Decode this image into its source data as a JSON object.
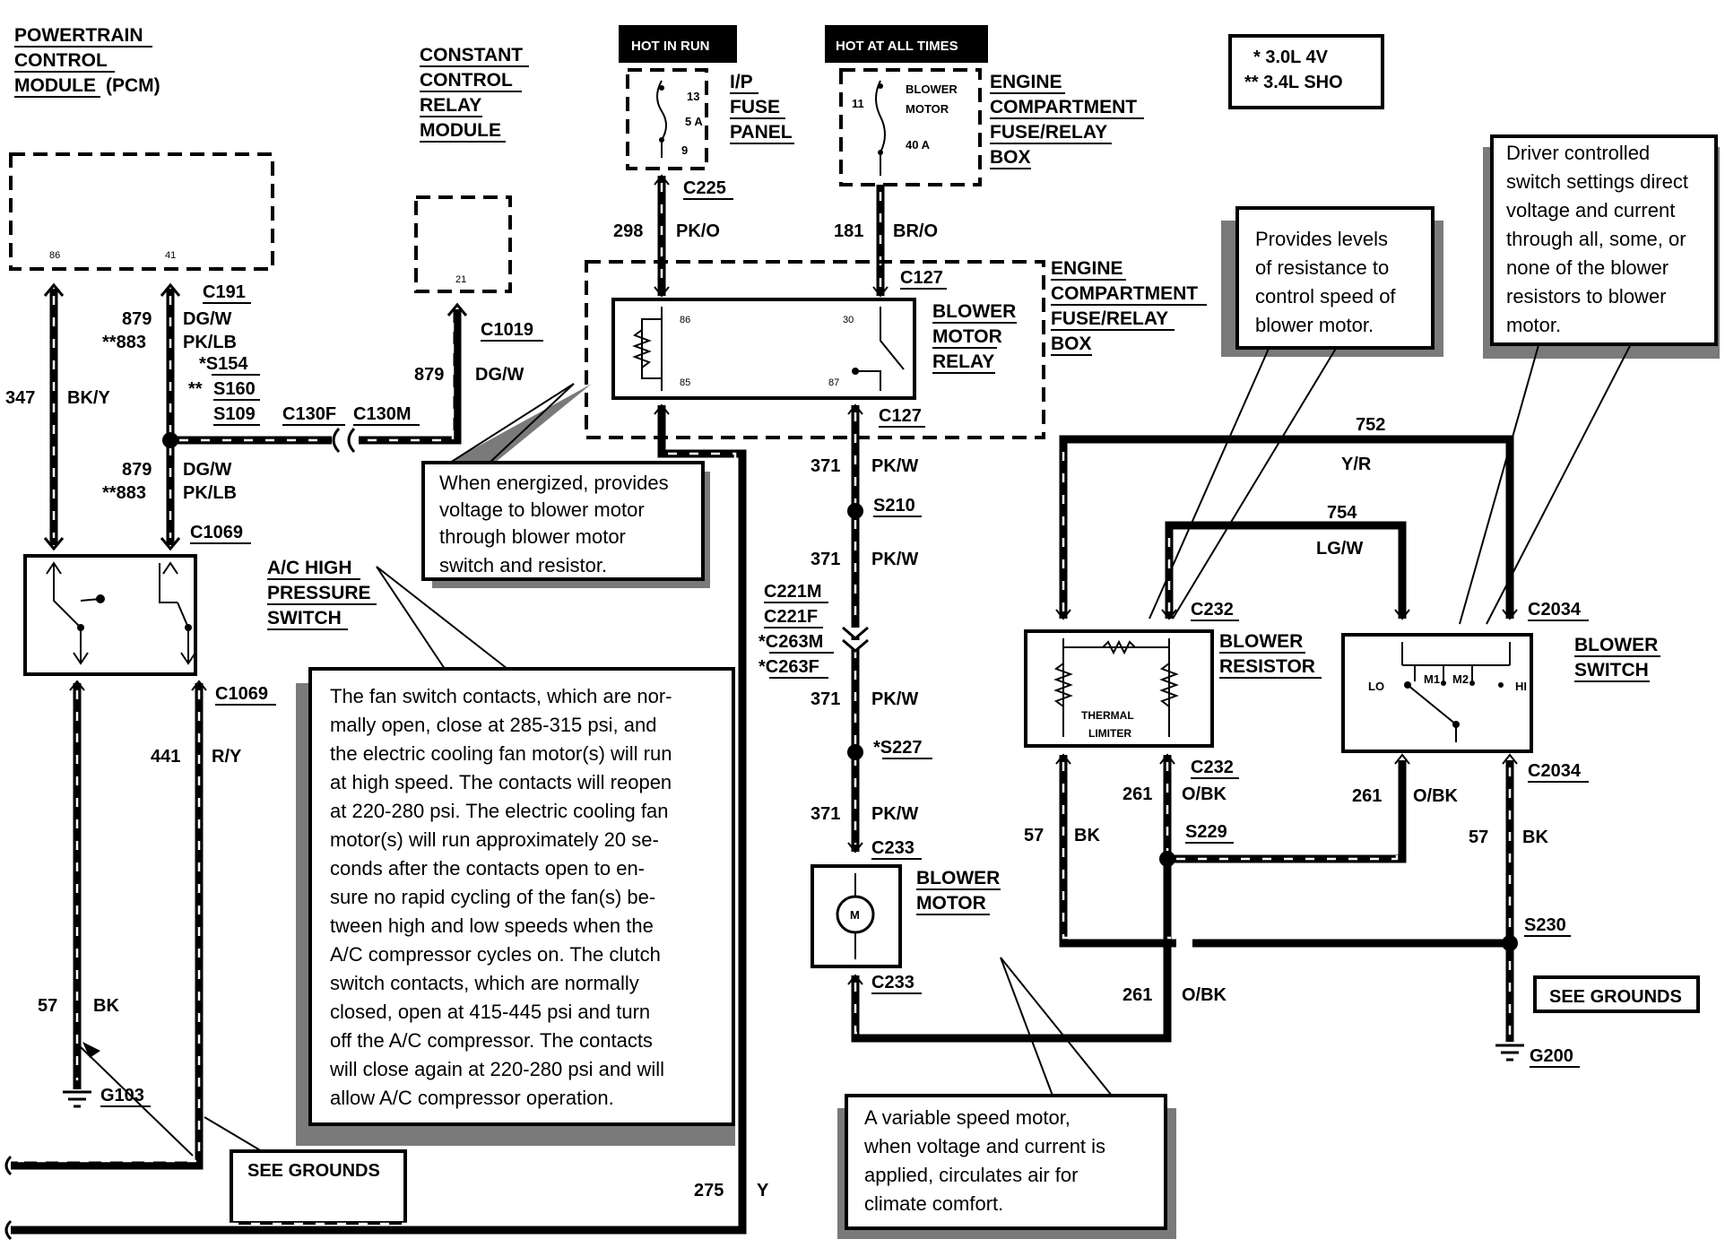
{
  "components": {
    "pcm": [
      "POWERTRAIN",
      "CONTROL",
      "MODULE",
      "(PCM)"
    ],
    "pcm_pins": [
      "86",
      "41"
    ],
    "ccrm": [
      "CONSTANT",
      "CONTROL",
      "RELAY",
      "MODULE"
    ],
    "ccrm_pin": "21",
    "hot_in_run": "HOT IN RUN",
    "hot_at_all_times": "HOT AT ALL TIMES",
    "ip_fuse_panel": [
      "I/P",
      "FUSE",
      "PANEL"
    ],
    "ip_fuse": [
      "13",
      "5 A",
      "9"
    ],
    "ecfrb": [
      "ENGINE",
      "COMPARTMENT",
      "FUSE/RELAY",
      "BOX"
    ],
    "blower_fuse": [
      "11",
      "BLOWER",
      "MOTOR",
      "40 A"
    ],
    "blower_motor_relay": [
      "BLOWER",
      "MOTOR",
      "RELAY"
    ],
    "relay_pins": [
      "86",
      "30",
      "85",
      "87"
    ],
    "ac_high_pressure_switch": [
      "A/C HIGH",
      "PRESSURE",
      "SWITCH"
    ],
    "blower_motor": [
      "BLOWER",
      "MOTOR"
    ],
    "motor_symbol": "M",
    "blower_resistor": [
      "BLOWER",
      "RESISTOR"
    ],
    "thermal_limiter": [
      "THERMAL",
      "LIMITER"
    ],
    "blower_switch": [
      "BLOWER",
      "SWITCH"
    ],
    "switch_positions": [
      "LO",
      "M1",
      "M2",
      "HI"
    ]
  },
  "legend": [
    "* 3.0L 4V",
    "** 3.4L SHO"
  ],
  "connectors": {
    "c225": "C225",
    "c127": "C127",
    "c191": "C191",
    "c1019": "C1019",
    "c130f": "C130F",
    "c130m": "C130M",
    "c1069": "C1069",
    "c221m": "C221M",
    "c221f": "C221F",
    "c263m": "*C263M",
    "c263f": "*C263F",
    "c233": "C233",
    "c232": "C232",
    "c2034": "C2034"
  },
  "splices": {
    "s154": "*S154",
    "s160_prefix": "**",
    "s160": "S160",
    "s109": "S109",
    "s210": "S210",
    "s227": "*S227",
    "s229": "S229",
    "s230": "S230"
  },
  "grounds": {
    "g103": "G103",
    "g200": "G200",
    "see_grounds": "SEE GROUNDS"
  },
  "circuits": {
    "c298": "298",
    "pko": "PK/O",
    "c181": "181",
    "bro": "BR/O",
    "c879": "879",
    "dgw": "DG/W",
    "c883": "**883",
    "pklb": "PK/LB",
    "c347": "347",
    "bky": "BK/Y",
    "c441": "441",
    "ry": "R/Y",
    "c57": "57",
    "bk": "BK",
    "c275": "275",
    "y": "Y",
    "c371": "371",
    "pkw": "PK/W",
    "c752": "752",
    "yr": "Y/R",
    "c754": "754",
    "lgw": "LG/W",
    "c261": "261",
    "obk": "O/BK"
  },
  "notes": {
    "relay": [
      "When energized, provides",
      "voltage to blower motor",
      "through  blower motor",
      "switch and resistor."
    ],
    "switch": [
      "The fan switch contacts, which are nor-",
      "mally open, close at 285-315 psi, and",
      "the electric cooling fan motor(s) will run",
      "at high speed. The contacts will reopen",
      "at 220-280 psi. The electric cooling fan",
      "motor(s) will run approximately 20 se-",
      "conds after the contacts open to en-",
      "sure no rapid cycling of the fan(s) be-",
      "tween high and low speeds when the",
      "A/C compressor cycles on. The clutch",
      "switch contacts, which are normally",
      "closed, open at 415-445 psi and turn",
      "off the A/C compressor. The contacts",
      "will close again at 220-280 psi and will",
      "allow A/C compressor operation."
    ],
    "motor": [
      "A variable speed motor,",
      "when  voltage and current is",
      "applied, circulates air for",
      "climate comfort."
    ],
    "resistor": [
      "Provides levels",
      "of resistance to",
      "control speed of",
      "blower motor."
    ],
    "driver": [
      "Driver controlled",
      "switch settings direct",
      "voltage and current",
      "through all, some, or",
      "none of the blower",
      "resistors to blower",
      "motor."
    ]
  }
}
